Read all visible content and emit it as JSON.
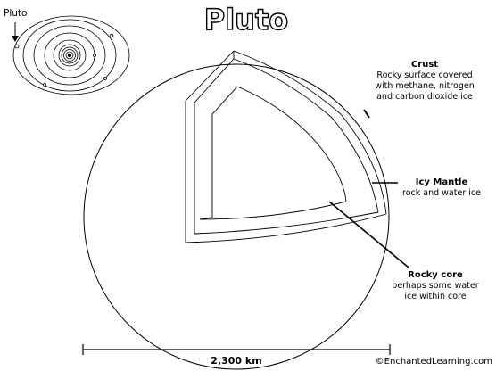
{
  "title": "Pluto",
  "orbit_inset": {
    "label": "Pluto"
  },
  "callouts": {
    "crust": {
      "name": "Crust",
      "desc": [
        "Rocky surface covered",
        "with methane, nitrogen",
        "and carbon dioxide ice"
      ]
    },
    "mantle": {
      "name": "Icy Mantle",
      "desc": [
        "rock and water ice"
      ]
    },
    "core": {
      "name": "Rocky core",
      "desc": [
        "perhaps some water",
        "ice within core"
      ]
    }
  },
  "scale": {
    "label": "2,300 km"
  },
  "credit": "©EnchantedLearning.com"
}
